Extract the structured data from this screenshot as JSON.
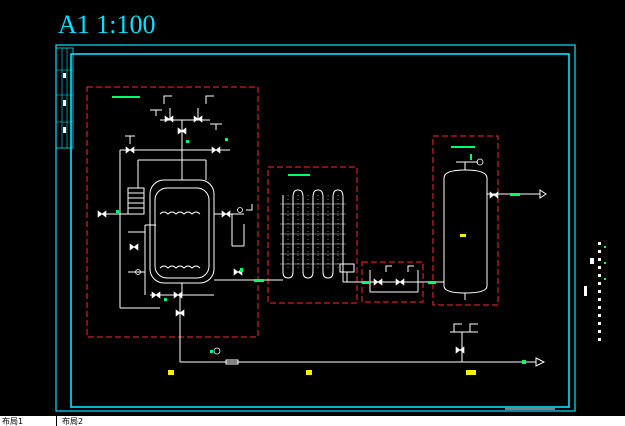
{
  "title": "A1 1:100",
  "layout_tabs": [
    "布局1",
    "布局2"
  ],
  "colors": {
    "background": "#000000",
    "frame": "#00e5ff",
    "region_dashed": "#ff2a2a",
    "piping": "#ffffff",
    "valves": "#ffffff",
    "labels": "#00ff66",
    "tags": "#ffee00"
  },
  "components": [
    "heat-exchanger-vessel",
    "serpentine-coil-cooler",
    "valve-manifold",
    "receiver-tank"
  ]
}
